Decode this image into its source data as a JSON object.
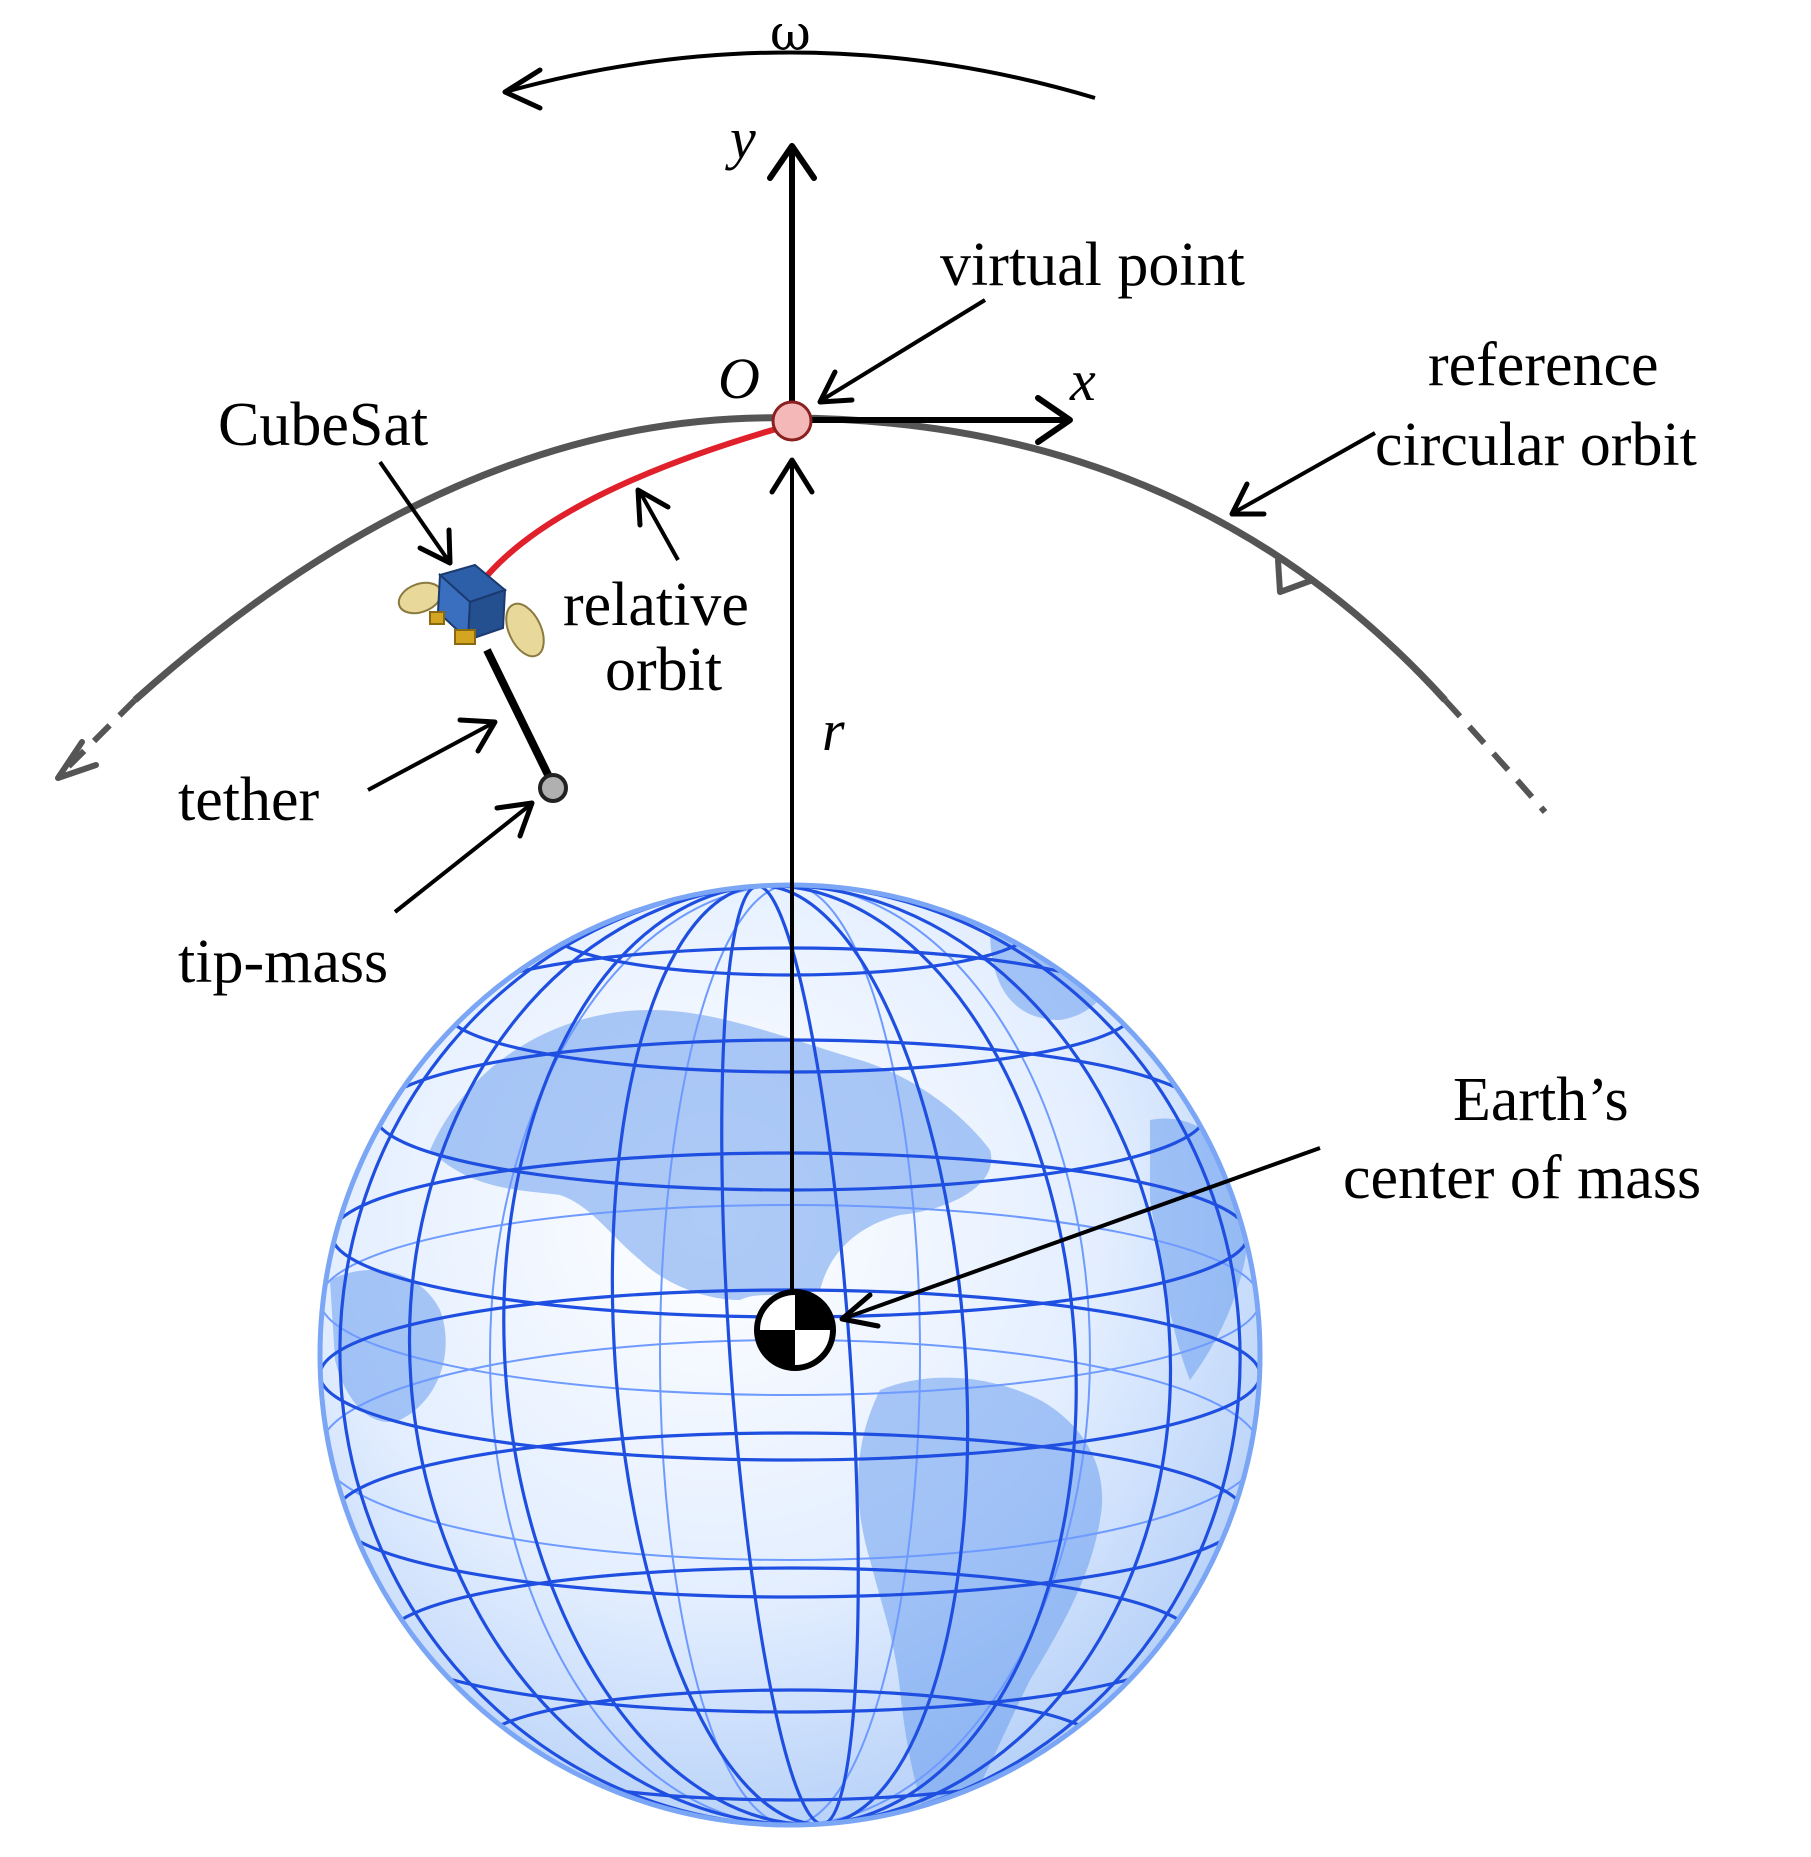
{
  "diagram": {
    "symbols": {
      "omega": "ω",
      "y_axis": "y",
      "x_axis": "x",
      "origin": "O",
      "radius": "r"
    },
    "labels": {
      "virtual_point": "virtual point",
      "reference_line1": "reference",
      "reference_line2": "circular orbit",
      "cubesat": "CubeSat",
      "relative_line1": "relative",
      "relative_line2": "orbit",
      "tether": "tether",
      "tip_mass": "tip-mass",
      "earth_line1": "Earth’s",
      "earth_line2": "center of mass"
    },
    "colors": {
      "relative_orbit": "#e0202a",
      "reference_orbit": "#555555",
      "earth_grid": "#1f4fe0",
      "earth_land": "#6b9fef",
      "virtual_point": "#f4b8b8",
      "tip_mass": "#b0b0b0"
    },
    "icons": [
      "cubesat-icon",
      "center-of-mass-icon"
    ]
  }
}
